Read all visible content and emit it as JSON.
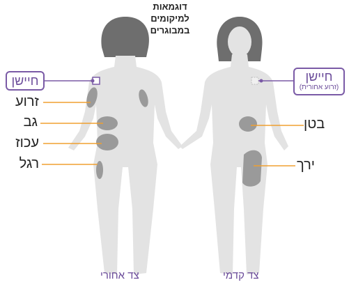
{
  "title": {
    "line1": "דוגמאות",
    "line2": "למיקומים",
    "line3": "במבוגרים"
  },
  "back_view": {
    "caption": "צד אחורי",
    "callout": "חיישן",
    "labels": {
      "arm": "זרוע",
      "back": "גב",
      "buttock": "עכוז",
      "leg": "רגל"
    }
  },
  "front_view": {
    "caption": "צד קדמי",
    "callout": "חיישן",
    "callout_sub": "(זרוע אחורית)",
    "labels": {
      "abdomen": "בטן",
      "thigh": "ירך"
    }
  },
  "colors": {
    "body": "#e3e3e3",
    "hair": "#6e6e6e",
    "site_area": "#9a9a9a",
    "leader_line": "#f0a030",
    "callout_purple": "#7a5aa6"
  }
}
